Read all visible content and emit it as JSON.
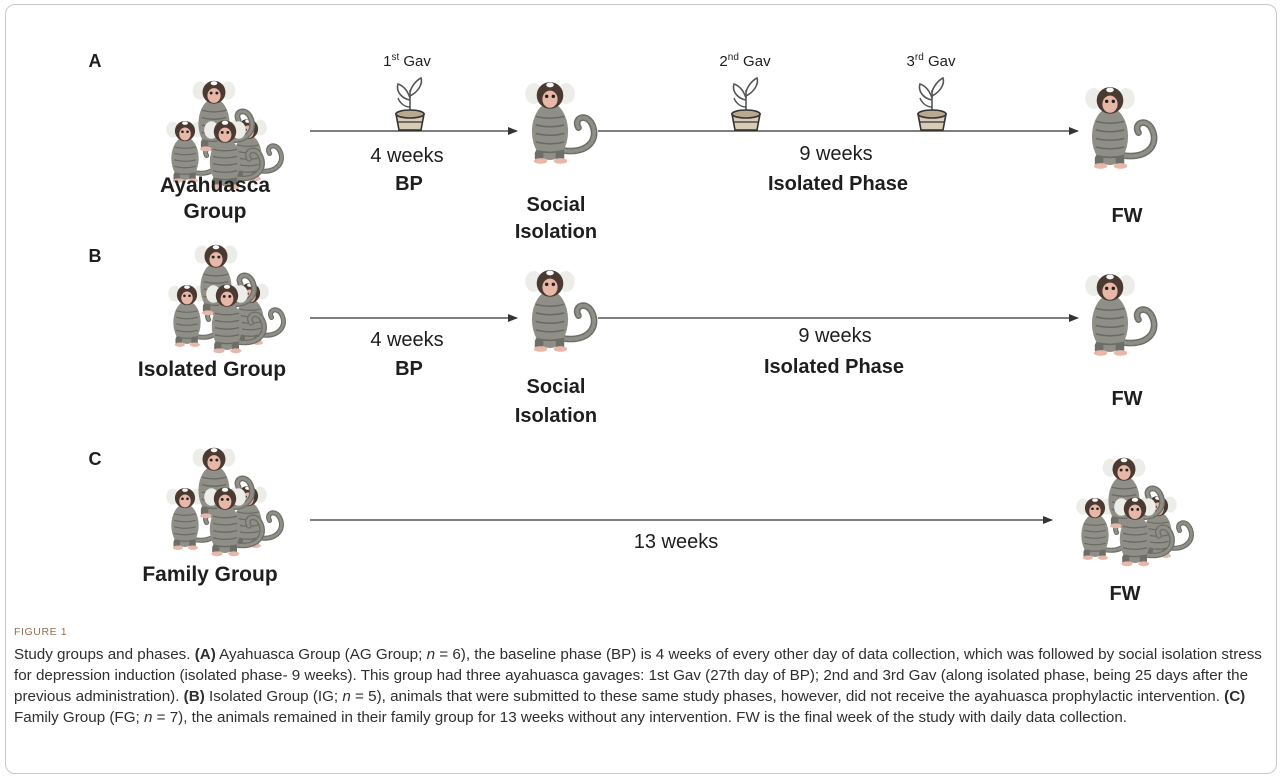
{
  "figure": {
    "panel_labels": [
      "A",
      "B",
      "C"
    ],
    "panel_a": {
      "start_group": [
        "Ayahuasca",
        "Group"
      ],
      "gavages": [
        {
          "base": "1",
          "sup": "st",
          "rest": " Gav"
        },
        {
          "base": "2",
          "sup": "nd",
          "rest": " Gav"
        },
        {
          "base": "3",
          "sup": "rd",
          "rest": " Gav"
        }
      ],
      "phase1_duration": "4 weeks",
      "phase1_name": "BP",
      "isolation": [
        "Social",
        "Isolation"
      ],
      "phase2_duration": "9 weeks",
      "phase2_name": "Isolated Phase",
      "end": "FW"
    },
    "panel_b": {
      "start_group": [
        "Isolated Group"
      ],
      "phase1_duration": "4 weeks",
      "phase1_name": "BP",
      "isolation": [
        "Social",
        "Isolation"
      ],
      "phase2_duration": "9 weeks",
      "phase2_name": "Isolated Phase",
      "end": "FW"
    },
    "panel_c": {
      "start_group": [
        "Family Group"
      ],
      "duration": "13 weeks",
      "end": "FW"
    }
  },
  "caption": {
    "label": "FIGURE 1",
    "segments": [
      {
        "t": "Study groups and phases. ",
        "s": "n"
      },
      {
        "t": "(A)",
        "s": "b"
      },
      {
        "t": " Ayahuasca Group (AG Group; ",
        "s": "n"
      },
      {
        "t": "n",
        "s": "i"
      },
      {
        "t": " = 6), the baseline phase (BP) is 4 weeks of every other day of data collection, which was followed by social isolation stress for depression induction (isolated phase- 9 weeks). This group had three ayahuasca gavages: 1st Gav (27th day of BP); 2nd and 3rd Gav (along isolated phase, being 25 days after the previous administration). ",
        "s": "n"
      },
      {
        "t": "(B)",
        "s": "b"
      },
      {
        "t": " Isolated Group (IG; ",
        "s": "n"
      },
      {
        "t": "n",
        "s": "i"
      },
      {
        "t": " = 5), animals that were submitted to these same study phases, however, did not receive the ayahuasca prophylactic intervention. ",
        "s": "n"
      },
      {
        "t": "(C)",
        "s": "b"
      },
      {
        "t": " Family Group (FG; ",
        "s": "n"
      },
      {
        "t": "n",
        "s": "i"
      },
      {
        "t": " = 7), the animals remained in their family group for 13 weeks without any intervention. FW is the final week of the study with daily data collection.",
        "s": "n"
      }
    ]
  },
  "colors": {
    "fur": "#8f8f88",
    "fur_dark": "#6e6e68",
    "fur_stripe": "#5a5a55",
    "face": "#e7b7a8",
    "tuft": "#ecece8",
    "head_dark": "#4a3a32",
    "pot": "#d8ccb6",
    "plant": "#555555",
    "arrow": "#333333"
  }
}
